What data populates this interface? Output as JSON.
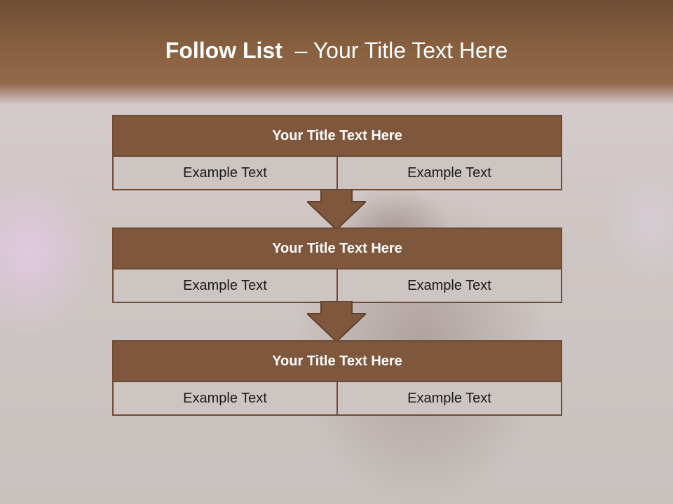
{
  "slide": {
    "title_bold": "Follow List",
    "title_rest": "  – Your Title Text Here"
  },
  "blocks": [
    {
      "title": "Your Title Text Here",
      "left": "Example Text",
      "right": "Example Text"
    },
    {
      "title": "Your Title Text Here",
      "left": "Example Text",
      "right": "Example Text"
    },
    {
      "title": "Your Title Text Here",
      "left": "Example Text",
      "right": "Example Text"
    }
  ],
  "colors": {
    "header_band": "#87603f",
    "block_title_bg": "#7e573d",
    "cell_bg": "#ccc5c1",
    "arrow": "#7e573d"
  }
}
